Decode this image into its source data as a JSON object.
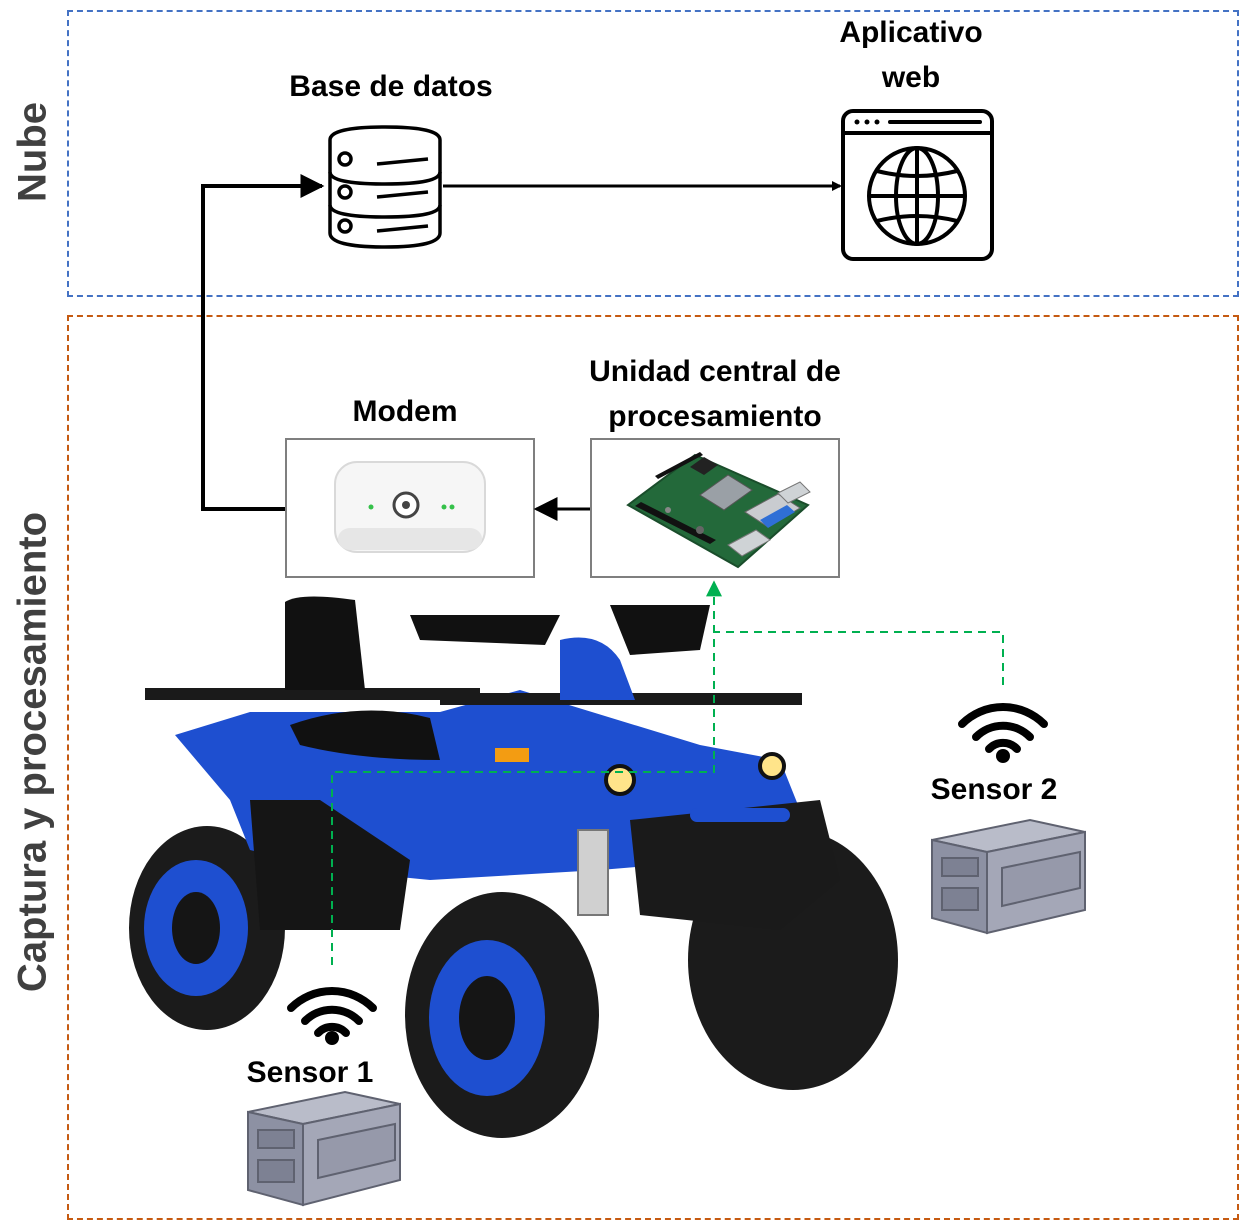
{
  "zones": {
    "cloud": {
      "label": "Nube",
      "color": "#4472c4"
    },
    "capture": {
      "label": "Captura y procesamiento",
      "color": "#c55a11"
    }
  },
  "nodes": {
    "database": {
      "label": "Base de datos",
      "icon": "database-icon"
    },
    "webapp": {
      "line1": "Aplicativo",
      "line2": "web",
      "icon": "globe-browser-icon"
    },
    "modem": {
      "label": "Modem",
      "icon": "modem-image"
    },
    "cpu": {
      "line1": "Unidad central de",
      "line2": "procesamiento",
      "icon": "raspberry-pi-image"
    },
    "sensor1": {
      "label": "Sensor 1",
      "icon": "wifi-icon"
    },
    "sensor2": {
      "label": "Sensor 2",
      "icon": "wifi-icon"
    }
  },
  "connections": [
    {
      "from": "database",
      "to": "webapp",
      "style": "solid",
      "color": "#000000"
    },
    {
      "from": "modem",
      "to": "database",
      "style": "solid",
      "color": "#000000"
    },
    {
      "from": "cpu",
      "to": "modem",
      "style": "solid",
      "color": "#000000"
    },
    {
      "from": "sensor1",
      "to": "cpu",
      "style": "dashed",
      "color": "#00b050"
    },
    {
      "from": "sensor2",
      "to": "cpu",
      "style": "dashed",
      "color": "#00b050"
    }
  ],
  "vehicle": {
    "icon": "atv-image",
    "color": "#1e4fd0"
  }
}
